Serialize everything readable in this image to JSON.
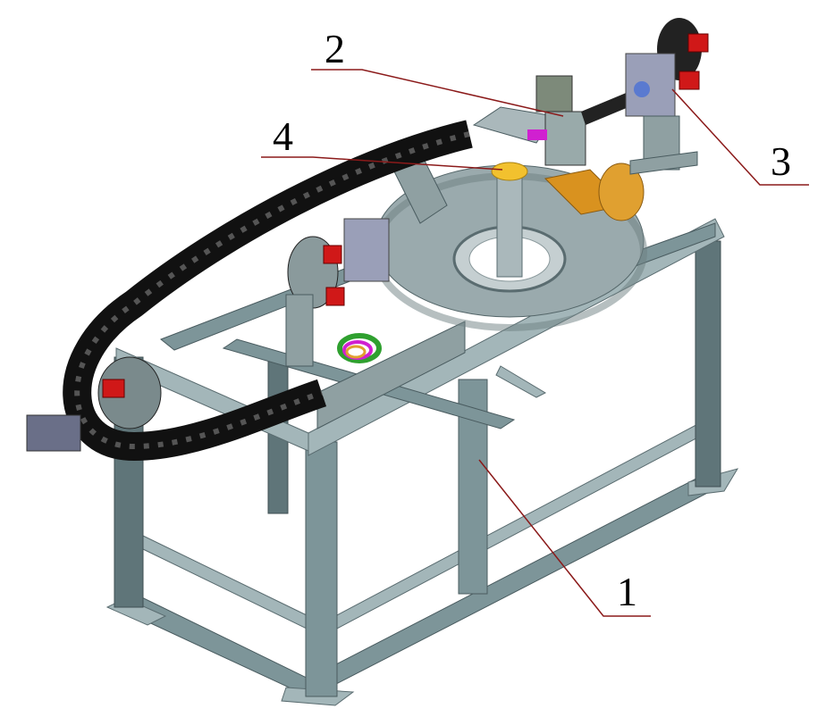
{
  "diagram": {
    "callouts": [
      {
        "label": "1"
      },
      {
        "label": "2"
      },
      {
        "label": "3"
      },
      {
        "label": "4"
      }
    ],
    "colors": {
      "frame": "#7d9599",
      "chain": "#111111",
      "leader": "#8b1a1a",
      "accent_yellow": "#f2c12e",
      "accent_orange": "#d9921f",
      "accent_red": "#d01818",
      "accent_magenta": "#d020d0"
    }
  }
}
